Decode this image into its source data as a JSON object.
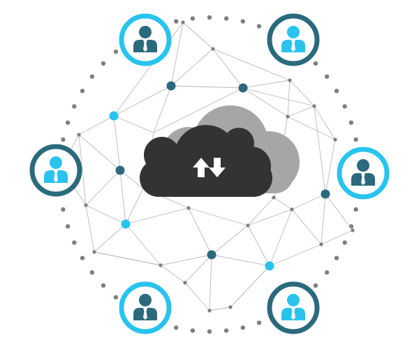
{
  "colors": {
    "teal_dark": "#2b6a7d",
    "cyan": "#29c3ee",
    "line": "#b5b8ba",
    "dot_gray": "#7f7f7f",
    "cloud_dark": "#333333",
    "cloud_light": "#a6a6a6",
    "user_bg": "#ffffff"
  },
  "icons": {
    "cloud": "cloud-icon",
    "transfer": "upload-download-arrows-icon",
    "user": "user-icon"
  },
  "users": [
    {
      "id": "user-top-left",
      "ring": "cyan",
      "figure": "teal_dark"
    },
    {
      "id": "user-top-right",
      "ring": "teal_dark",
      "figure": "cyan"
    },
    {
      "id": "user-middle-left",
      "ring": "teal_dark",
      "figure": "cyan"
    },
    {
      "id": "user-middle-right",
      "ring": "cyan",
      "figure": "teal_dark"
    },
    {
      "id": "user-bottom-left",
      "ring": "cyan",
      "figure": "teal_dark"
    },
    {
      "id": "user-bottom-right",
      "ring": "teal_dark",
      "figure": "cyan"
    }
  ]
}
